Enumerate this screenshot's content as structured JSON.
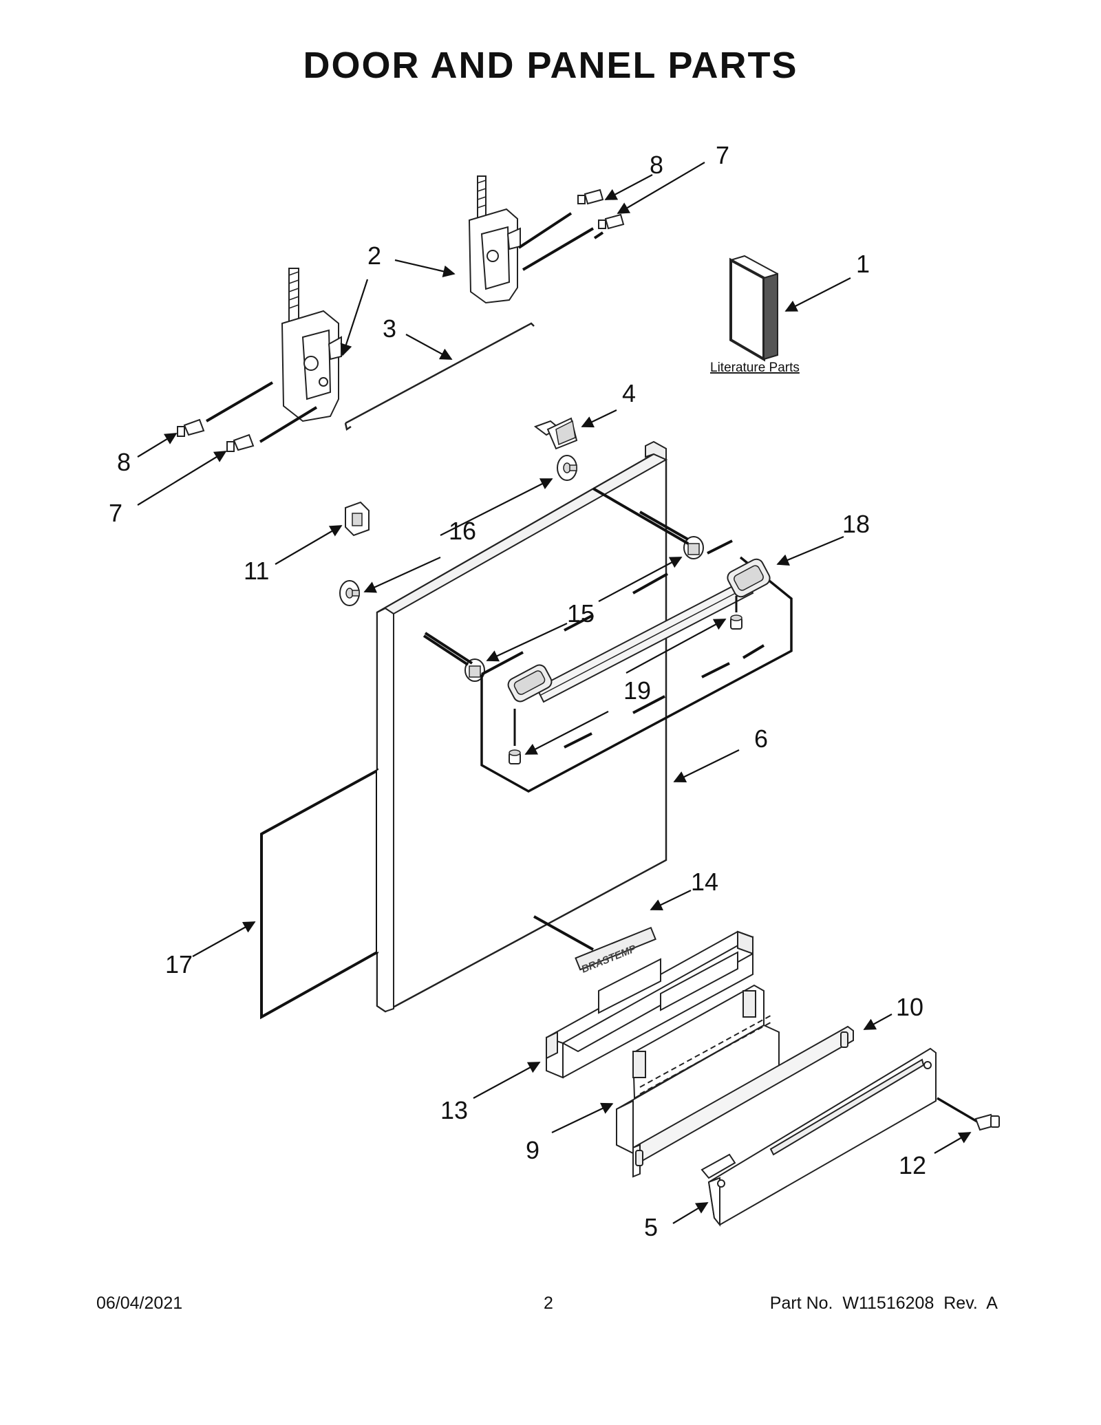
{
  "title": "DOOR AND PANEL PARTS",
  "literature_label": "Literature Parts",
  "brand_mark": "BRASTEMP",
  "callouts": {
    "c1": "1",
    "c2": "2",
    "c3": "3",
    "c4": "4",
    "c5": "5",
    "c6": "6",
    "c7a": "7",
    "c7b": "7",
    "c8a": "8",
    "c8b": "8",
    "c9": "9",
    "c10": "10",
    "c11": "11",
    "c12": "12",
    "c13": "13",
    "c14": "14",
    "c15": "15",
    "c16": "16",
    "c17": "17",
    "c18": "18",
    "c19": "19"
  },
  "footer": {
    "date": "06/04/2021",
    "page": "2",
    "part_no": "Part No.  W11516208  Rev.  A"
  }
}
